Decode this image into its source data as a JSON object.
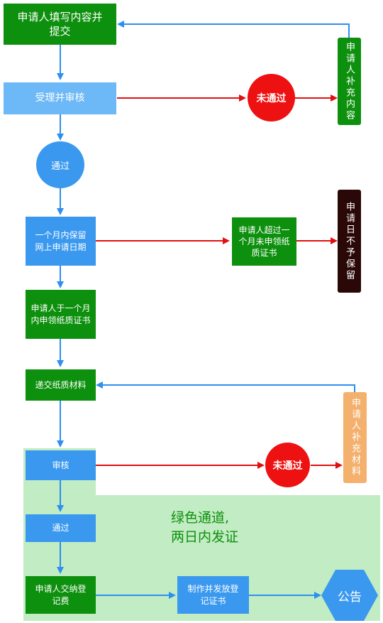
{
  "colors": {
    "green": "#0d900d",
    "light_blue": "#6db8f6",
    "blue": "#3a99ef",
    "red": "#ee1111",
    "orange": "#f4b06d",
    "dark": "#2b0808",
    "zone": "#c2ecc3",
    "arrow_blue": "#2d8fef",
    "arrow_red": "#e01010"
  },
  "nodes": {
    "submit": "申请人填写内容并提交",
    "accept_review": "受理并审核",
    "not_passed_1": "未通过",
    "supplement_content": "申请人补充内容",
    "passed_1": "通过",
    "keep_date": "一个月内保留网上申请日期",
    "over_month": "申请人超过一个月未申领纸质证书",
    "date_not_kept": "申请日不予保留",
    "collect_cert": "申请人于一个月内申领纸质证书",
    "submit_paper": "递交纸质材料",
    "supplement_material": "申请人补充材料",
    "review": "审核",
    "not_passed_2": "未通过",
    "passed_2": "通过",
    "pay_fee": "申请人交纳登记费",
    "issue_cert": "制作并发放登记证书",
    "announce": "公告"
  },
  "green_channel": {
    "line1": "绿色通道,",
    "line2": "两日内发证"
  }
}
